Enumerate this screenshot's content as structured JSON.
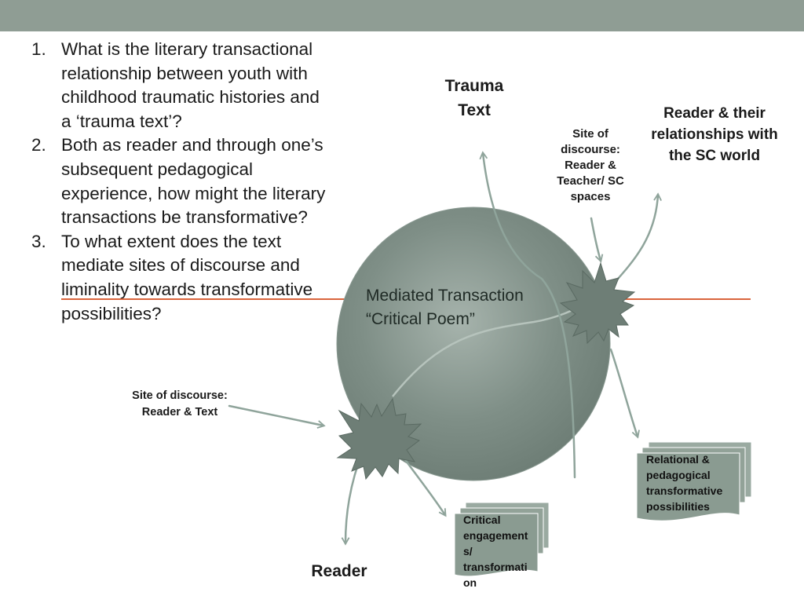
{
  "questions": [
    {
      "num": "1.",
      "text": "What is the literary transactional relationship between youth with childhood traumatic histories and a ‘trauma text’?"
    },
    {
      "num": "2.",
      "text": "Both as reader and through one’s subsequent pedagogical experience, how might the literary transactions be transformative?"
    },
    {
      "num": "3.",
      "text": "To what extent does the text mediate sites of discourse and liminality towards transformative possibilities?"
    }
  ],
  "diagram": {
    "trauma_text": "Trauma Text",
    "reader_sc": "Reader & their relationships with the SC world",
    "site_teacher": "Site of discourse: Reader & Teacher/ SC spaces",
    "circle_line1": "Mediated Transaction",
    "circle_line2": "“Critical Poem”",
    "site_text": "Site of discourse: Reader & Text",
    "relational": "Relational & pedagogical transformative possibilities",
    "critical": "Critical engagement s/ transformati on",
    "reader": "Reader"
  },
  "colors": {
    "top_bar": "#8f9d94",
    "circle_fill": "#7b8b83",
    "starburst": "#6e7e76",
    "arrow": "#8fa49b",
    "divider_line": "#d9643c",
    "document_fill": "#8a9b91"
  }
}
